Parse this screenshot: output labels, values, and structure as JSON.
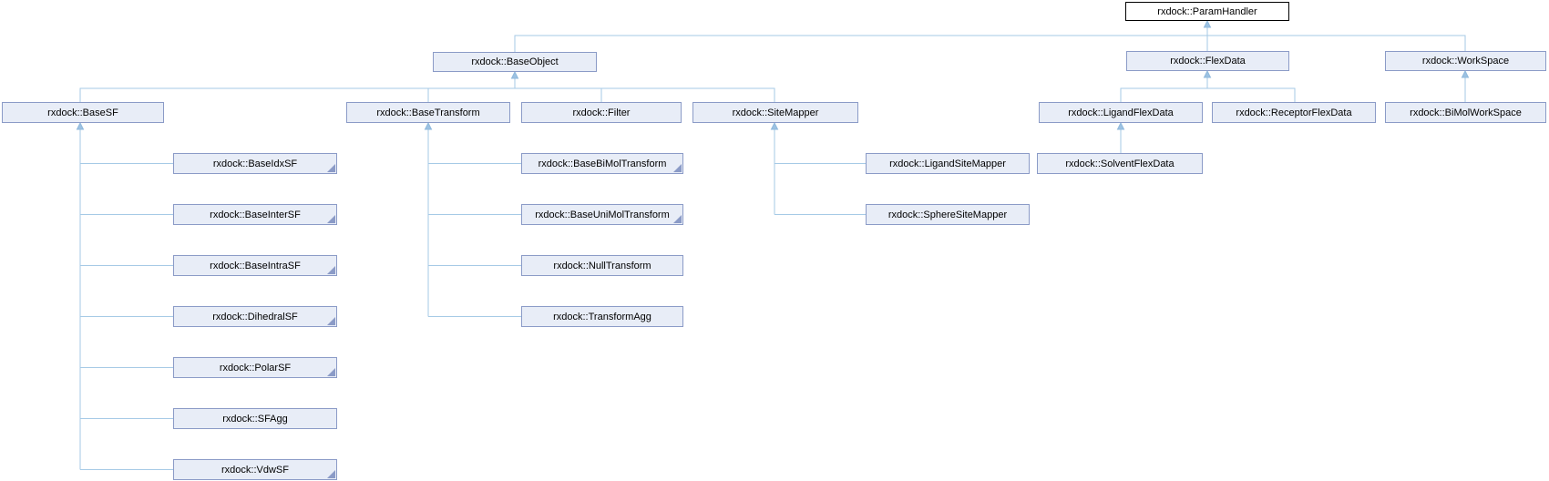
{
  "diagram": {
    "type": "class-inheritance-graph",
    "colors": {
      "node_fill": "#e8edf7",
      "node_border": "#8b9bc7",
      "root_node_fill": "#ffffff",
      "root_node_border": "#000000",
      "edge": "#a6cae6",
      "text": "#000000"
    },
    "nodes": {
      "param_handler": "rxdock::ParamHandler",
      "base_object": "rxdock::BaseObject",
      "flex_data": "rxdock::FlexData",
      "work_space": "rxdock::WorkSpace",
      "base_sf": "rxdock::BaseSF",
      "base_transform": "rxdock::BaseTransform",
      "filter": "rxdock::Filter",
      "site_mapper": "rxdock::SiteMapper",
      "ligand_flex_data": "rxdock::LigandFlexData",
      "receptor_flex_data": "rxdock::ReceptorFlexData",
      "bimol_work_space": "rxdock::BiMolWorkSpace",
      "base_idx_sf": "rxdock::BaseIdxSF",
      "base_inter_sf": "rxdock::BaseInterSF",
      "base_intra_sf": "rxdock::BaseIntraSF",
      "dihedral_sf": "rxdock::DihedralSF",
      "polar_sf": "rxdock::PolarSF",
      "sf_agg": "rxdock::SFAgg",
      "vdw_sf": "rxdock::VdwSF",
      "base_bimol_transform": "rxdock::BaseBiMolTransform",
      "base_unimol_transform": "rxdock::BaseUniMolTransform",
      "null_transform": "rxdock::NullTransform",
      "transform_agg": "rxdock::TransformAgg",
      "ligand_site_mapper": "rxdock::LigandSiteMapper",
      "sphere_site_mapper": "rxdock::SphereSiteMapper",
      "solvent_flex_data": "rxdock::SolventFlexData"
    },
    "edges": [
      {
        "base": "rxdock::ParamHandler",
        "derived": "rxdock::BaseObject"
      },
      {
        "base": "rxdock::ParamHandler",
        "derived": "rxdock::FlexData"
      },
      {
        "base": "rxdock::ParamHandler",
        "derived": "rxdock::WorkSpace"
      },
      {
        "base": "rxdock::BaseObject",
        "derived": "rxdock::BaseSF"
      },
      {
        "base": "rxdock::BaseObject",
        "derived": "rxdock::BaseTransform"
      },
      {
        "base": "rxdock::BaseObject",
        "derived": "rxdock::Filter"
      },
      {
        "base": "rxdock::BaseObject",
        "derived": "rxdock::SiteMapper"
      },
      {
        "base": "rxdock::BaseSF",
        "derived": "rxdock::BaseIdxSF"
      },
      {
        "base": "rxdock::BaseSF",
        "derived": "rxdock::BaseInterSF"
      },
      {
        "base": "rxdock::BaseSF",
        "derived": "rxdock::BaseIntraSF"
      },
      {
        "base": "rxdock::BaseSF",
        "derived": "rxdock::DihedralSF"
      },
      {
        "base": "rxdock::BaseSF",
        "derived": "rxdock::PolarSF"
      },
      {
        "base": "rxdock::BaseSF",
        "derived": "rxdock::SFAgg"
      },
      {
        "base": "rxdock::BaseSF",
        "derived": "rxdock::VdwSF"
      },
      {
        "base": "rxdock::BaseTransform",
        "derived": "rxdock::BaseBiMolTransform"
      },
      {
        "base": "rxdock::BaseTransform",
        "derived": "rxdock::BaseUniMolTransform"
      },
      {
        "base": "rxdock::BaseTransform",
        "derived": "rxdock::NullTransform"
      },
      {
        "base": "rxdock::BaseTransform",
        "derived": "rxdock::TransformAgg"
      },
      {
        "base": "rxdock::SiteMapper",
        "derived": "rxdock::LigandSiteMapper"
      },
      {
        "base": "rxdock::SiteMapper",
        "derived": "rxdock::SphereSiteMapper"
      },
      {
        "base": "rxdock::FlexData",
        "derived": "rxdock::LigandFlexData"
      },
      {
        "base": "rxdock::FlexData",
        "derived": "rxdock::ReceptorFlexData"
      },
      {
        "base": "rxdock::LigandFlexData",
        "derived": "rxdock::SolventFlexData"
      },
      {
        "base": "rxdock::WorkSpace",
        "derived": "rxdock::BiMolWorkSpace"
      }
    ],
    "truncated_nodes": [
      "rxdock::BaseIdxSF",
      "rxdock::BaseInterSF",
      "rxdock::BaseIntraSF",
      "rxdock::DihedralSF",
      "rxdock::PolarSF",
      "rxdock::VdwSF",
      "rxdock::BaseBiMolTransform",
      "rxdock::BaseUniMolTransform"
    ]
  }
}
